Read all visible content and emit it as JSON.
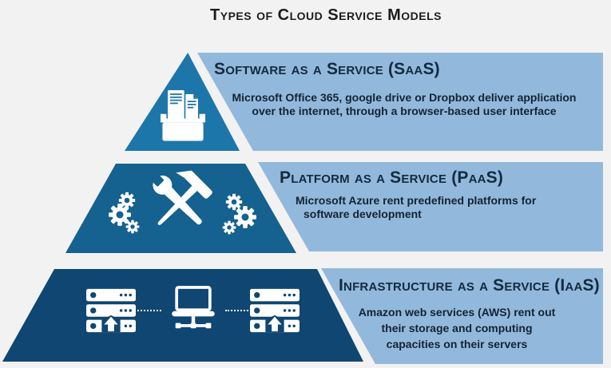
{
  "title": "Types of Cloud Service Models",
  "colors": {
    "background": "#f2f2f3",
    "band": "#92b9db",
    "saas": "#1d76a9",
    "paas": "#15618f",
    "iaas": "#0f4672",
    "heading_text": "#132a40",
    "body_text": "#132335",
    "title_text": "#1c1c1e",
    "icon_white": "#ffffff"
  },
  "tiers": [
    {
      "id": "saas",
      "heading": "Software as a Service (SaaS)",
      "description_lines": [
        "Microsoft Office 365, google drive or Dropbox deliver application",
        "over the internet, through a browser-based user interface"
      ],
      "icon": "folder-documents-icon"
    },
    {
      "id": "paas",
      "heading": "Platform as a Service (PaaS)",
      "description_lines": [
        "Microsoft Azure rent predefined platforms for",
        "software development"
      ],
      "icon": "hammer-wrench-gears-icon"
    },
    {
      "id": "iaas",
      "heading": "Infrastructure as a Service (IaaS)",
      "description_lines": [
        "Amazon web services (AWS) rent out",
        "their storage and computing",
        "capacities on their servers"
      ],
      "icon": "servers-network-icon"
    }
  ]
}
